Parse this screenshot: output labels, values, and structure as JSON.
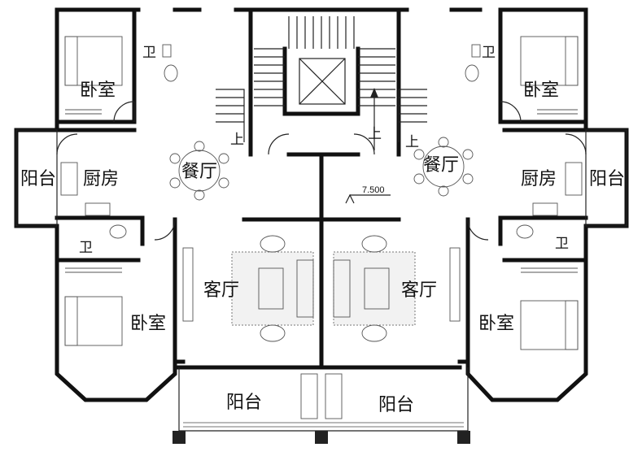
{
  "labels": {
    "bedroom": "卧室",
    "bathroom": "卫",
    "balcony": "阳台",
    "kitchen": "厨房",
    "dining": "餐厅",
    "living": "客厅",
    "up": "上",
    "elevation": "7.500"
  }
}
